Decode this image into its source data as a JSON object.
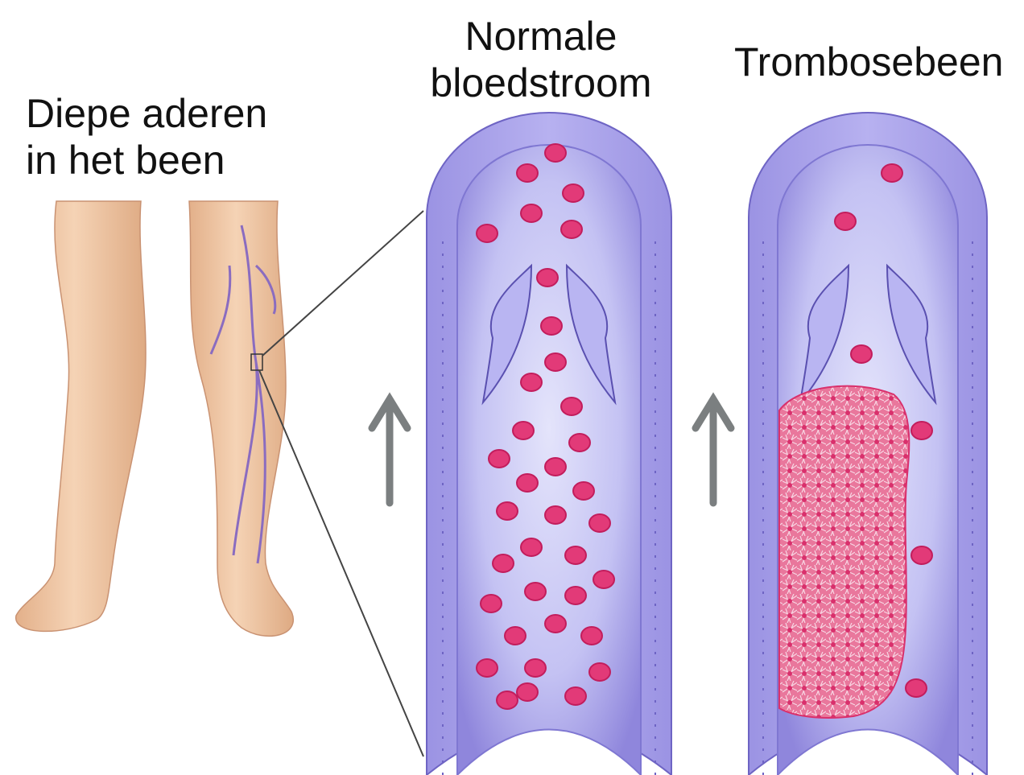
{
  "labels": {
    "legs_line1": "Diepe aderen",
    "legs_line2": "in het been",
    "normal_line1": "Normale",
    "normal_line2": "bloedstroom",
    "thrombosis": "Trombosebeen"
  },
  "colors": {
    "vein_wall": "#a9a2ea",
    "vein_inner": "#c3c1f5",
    "vein_dark": "#6e64c4",
    "blood_cell": "#e23a78",
    "clot": "#e8608e",
    "skin": "#f0c9a6",
    "arrow": "#7b7f80"
  }
}
